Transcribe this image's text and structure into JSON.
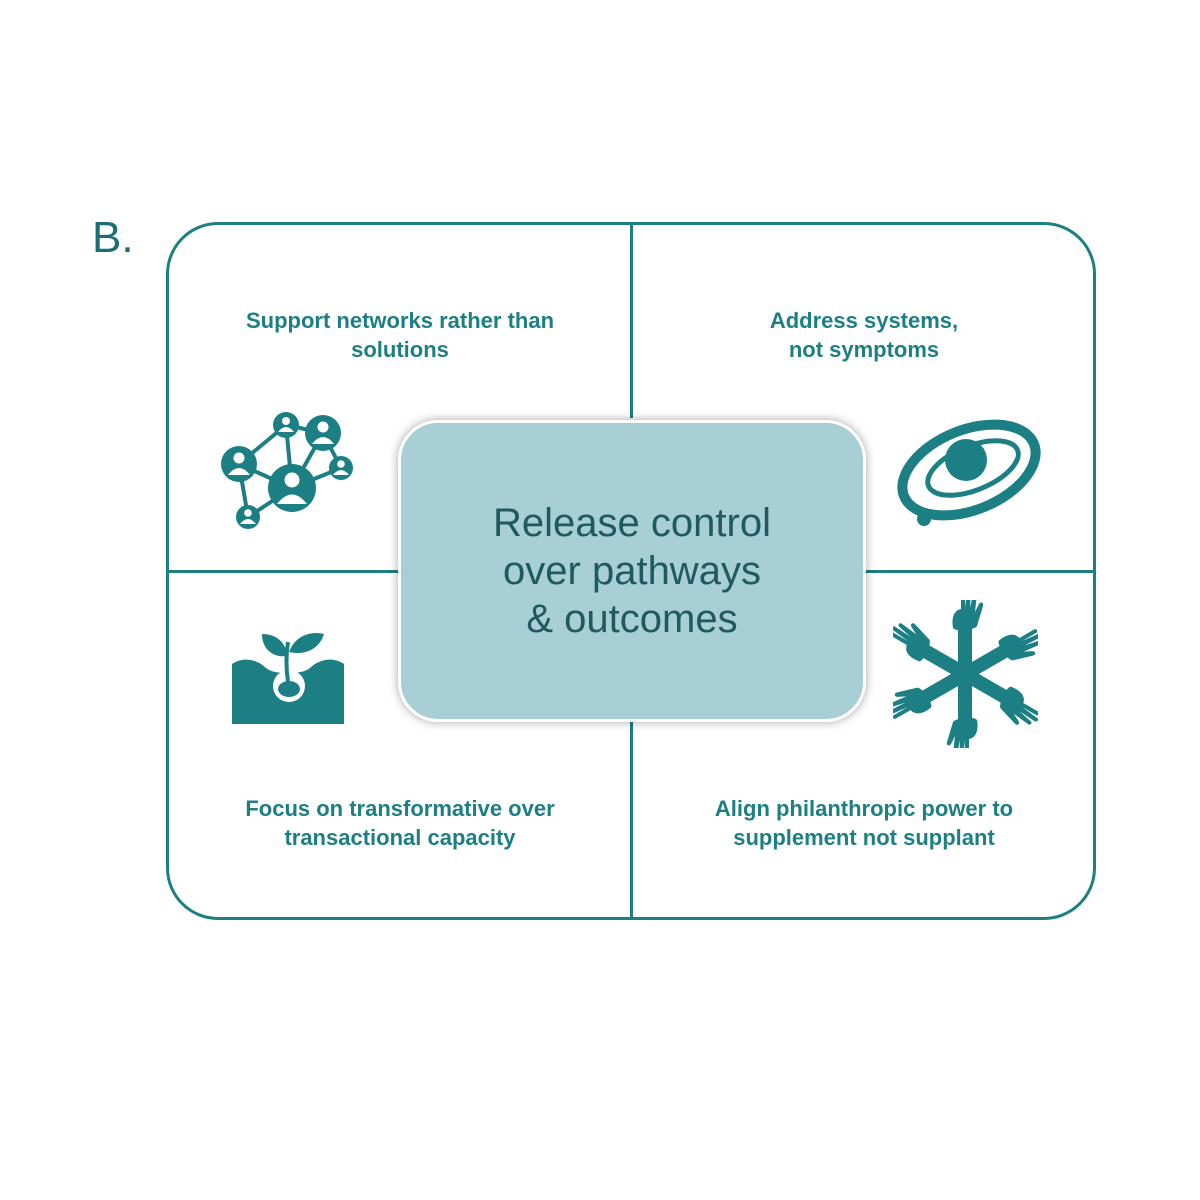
{
  "panel_label": "B.",
  "center": {
    "text": "Release control\nover pathways\n& outcomes"
  },
  "quadrants": {
    "top_left": {
      "text": "Support networks rather than\nsolutions",
      "icon": "network-people-icon"
    },
    "top_right": {
      "text": "Address systems,\nnot symptoms",
      "icon": "orbit-system-icon"
    },
    "bottom_left": {
      "text": "Focus on transformative over\ntransactional capacity",
      "icon": "sprout-icon"
    },
    "bottom_right": {
      "text": "Align philanthropic power to\nsupplement not supplant",
      "icon": "hands-circle-icon"
    }
  },
  "colors": {
    "accent": "#1c7f84",
    "center_fill": "#a8ced6",
    "center_text": "#1f5a60"
  }
}
